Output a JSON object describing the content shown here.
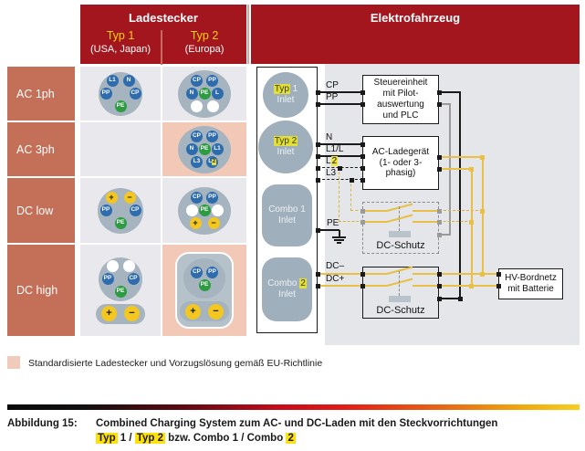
{
  "header": {
    "ladestecker": "Ladestecker",
    "elektrofahrzeug": "Elektrofahrzeug",
    "columns": [
      {
        "title": "Typ 1",
        "subtitle": "(USA, Japan)"
      },
      {
        "title": "Typ 2",
        "subtitle": "(Europa)"
      }
    ]
  },
  "row_labels": [
    "AC 1ph",
    "AC 3ph",
    "DC low",
    "DC high"
  ],
  "connectors": {
    "typ1_ac1ph": {
      "kind": "c48",
      "rows": [
        {
          "gap": 5,
          "pins": [
            {
              "t": "L1",
              "c": "b"
            },
            {
              "t": "N",
              "c": "b"
            }
          ]
        },
        {
          "gap": 19,
          "pins": [
            {
              "t": "PP",
              "c": "b"
            },
            {
              "t": "CP",
              "c": "b"
            }
          ]
        },
        {
          "gap": 0,
          "pins": [
            {
              "t": "PE",
              "c": "g"
            }
          ]
        }
      ]
    },
    "typ2_ac1ph": {
      "kind": "oval",
      "rows": [
        {
          "gap": 4,
          "pins": [
            {
              "t": "CP",
              "c": "b"
            },
            {
              "t": "PP",
              "c": "b"
            }
          ]
        },
        {
          "gap": 1,
          "pins": [
            {
              "t": "N",
              "c": "b"
            },
            {
              "t": "PE",
              "c": "g"
            },
            {
              "t": "L",
              "c": "b"
            }
          ]
        },
        {
          "gap": 5,
          "pins": [
            {
              "c": "w"
            },
            {
              "c": "w"
            }
          ]
        }
      ]
    },
    "typ2_ac3ph": {
      "kind": "oval",
      "rows": [
        {
          "gap": 4,
          "pins": [
            {
              "t": "CP",
              "c": "b"
            },
            {
              "t": "PP",
              "c": "b"
            }
          ]
        },
        {
          "gap": 1,
          "pins": [
            {
              "t": "N",
              "c": "b"
            },
            {
              "t": "PE",
              "c": "g"
            },
            {
              "t": "L1",
              "c": "b"
            }
          ]
        },
        {
          "gap": 4,
          "pins": [
            {
              "t": "L3",
              "c": "b"
            },
            {
              "pre": "L",
              "hl2": "2",
              "c": "b"
            }
          ]
        }
      ]
    },
    "typ1_dclow": {
      "kind": "c50",
      "rows": [
        {
          "gap": 7,
          "pins": [
            {
              "t": "+",
              "c": "y"
            },
            {
              "t": "−",
              "c": "y"
            }
          ]
        },
        {
          "gap": 19,
          "pins": [
            {
              "t": "PP",
              "c": "b"
            },
            {
              "t": "CP",
              "c": "b"
            }
          ]
        },
        {
          "gap": 0,
          "pins": [
            {
              "t": "PE",
              "c": "g"
            }
          ]
        }
      ]
    },
    "typ2_dclow": {
      "kind": "oval",
      "rows": [
        {
          "gap": 4,
          "pins": [
            {
              "t": "CP",
              "c": "b"
            },
            {
              "t": "PP",
              "c": "b"
            }
          ]
        },
        {
          "gap": 1,
          "pins": [
            {
              "c": "w"
            },
            {
              "t": "PE",
              "c": "g"
            },
            {
              "c": "w"
            }
          ]
        },
        {
          "gap": 7,
          "pins": [
            {
              "t": "+",
              "c": "y"
            },
            {
              "t": "−",
              "c": "y"
            }
          ]
        }
      ]
    },
    "combo1": {
      "kind": "combo1",
      "circle_rows": [
        {
          "gap": 5,
          "pins": [
            {
              "c": "w"
            },
            {
              "c": "w"
            }
          ]
        },
        {
          "gap": 15,
          "pins": [
            {
              "t": "PP",
              "c": "b"
            },
            {
              "t": "CP",
              "c": "b"
            }
          ]
        },
        {
          "gap": 0,
          "pins": [
            {
              "t": "PE",
              "c": "g"
            }
          ]
        }
      ],
      "pill": [
        {
          "t": "+",
          "c": "y",
          "big": true
        },
        {
          "t": "−",
          "c": "y",
          "big": true
        }
      ]
    },
    "combo2": {
      "kind": "combo2",
      "circle_rows": [
        {
          "gap": 4,
          "pins": [
            {
              "t": "CP",
              "c": "b"
            },
            {
              "t": "PP",
              "c": "b"
            }
          ]
        },
        {
          "gap": 0,
          "pins": [
            {
              "t": "PE",
              "c": "g"
            }
          ]
        }
      ],
      "pill": [
        {
          "t": "+",
          "c": "y",
          "big": true
        },
        {
          "t": "−",
          "c": "y",
          "big": true
        }
      ]
    }
  },
  "inlets": [
    {
      "line1": [
        {
          "t": "Typ",
          "hl": true
        },
        {
          "t": " 1"
        }
      ],
      "line2": "Inlet"
    },
    {
      "line1": [
        {
          "t": "Typ 2",
          "hl": true
        }
      ],
      "line2": "Inlet"
    },
    {
      "line1": [
        {
          "t": "Combo 1"
        }
      ],
      "line2": "Inlet"
    },
    {
      "line1": [
        {
          "t": "Combo "
        },
        {
          "t": "2",
          "hl": true
        }
      ],
      "line2": "Inlet"
    }
  ],
  "diagram": {
    "boxes": {
      "steuereinheit": "Steuereinheit\nmit Pilot-\nauswertung\nund PLC",
      "ac_ladegeraet": "AC-Ladegerät\n(1- oder 3-\nphasig)",
      "dc_schutz_top": "DC-Schutz",
      "dc_schutz_bottom": "DC-Schutz",
      "hv_bordnetz": "HV-Bordnetz\nmit Batterie"
    },
    "wires": {
      "cp": "CP",
      "pp": "PP",
      "n": "N",
      "l1": "L1/L",
      "l2": [
        {
          "t": "L"
        },
        {
          "t": "2",
          "hl": true
        }
      ],
      "l3": "L3",
      "pe": "PE",
      "dc_minus": "DC–",
      "dc_plus": "DC+"
    }
  },
  "legend": {
    "swatch_color": "#f0cbbb",
    "text": "Standardisierte Ladestecker und Vorzugslösung gemäß EU-Richtlinie"
  },
  "caption": {
    "label": "Abbildung 15:",
    "line1": "Combined Charging System zum AC- und DC-Laden mit den Steckvorrichtungen",
    "line2": [
      {
        "t": "Typ",
        "hl": true
      },
      {
        "t": " 1 / "
      },
      {
        "t": "Typ 2",
        "hl": true
      },
      {
        "t": " bzw. Combo 1 / Combo "
      },
      {
        "t": "2",
        "hl": true
      }
    ]
  },
  "colors": {
    "header_red": "#a3161d",
    "row_label": "#c46f58",
    "cell_gray": "#e9e9ed",
    "cell_highlight": "#f2c9b6",
    "panel_gray": "#e4e6e9",
    "connector_gray": "#a6b4c0",
    "pin_blue": "#2e6cae",
    "pin_green": "#2d9b42",
    "pin_yellow": "#f3c71f",
    "wire_yellow": "#e9bf45",
    "wire_gray": "#9a9a9a",
    "highlight_yellow": "#ffe10a"
  }
}
